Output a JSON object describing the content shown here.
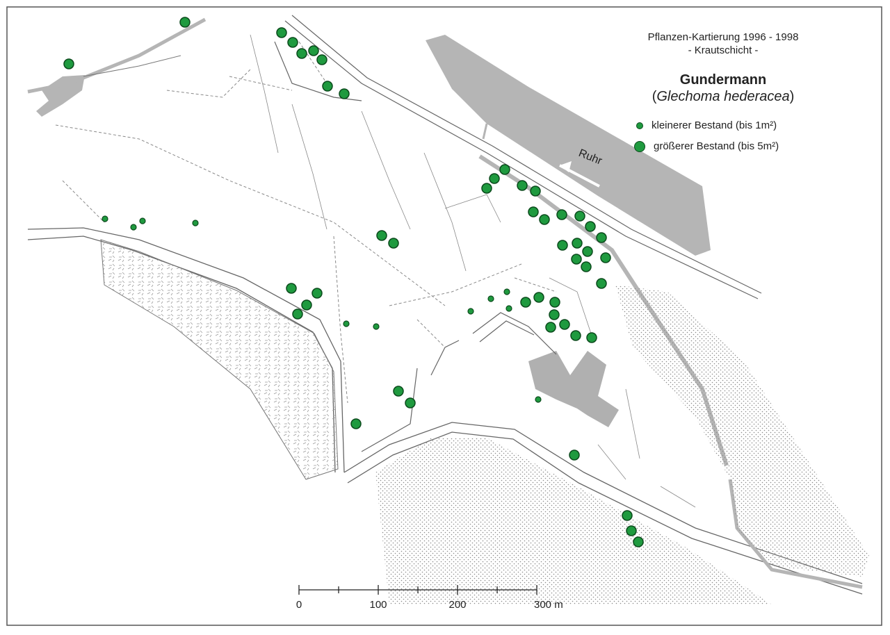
{
  "map": {
    "title_line1": "Pflanzen-Kartierung 1996 - 1998",
    "title_line2": "- Krautschicht -",
    "species_common": "Gundermann",
    "species_open": "(",
    "species_latin": "Glechoma hederacea",
    "species_close": ")",
    "river_label": "Ruhr",
    "colors": {
      "dot_fill": "#1f9a3f",
      "dot_stroke": "#0b4a1c",
      "track": "#c0c0c0",
      "path": "#9a9a9a"
    }
  },
  "legend": {
    "small": {
      "label": "kleinerer Bestand (bis 1m²)",
      "icon": "small-dot-icon"
    },
    "large": {
      "label": "größerer Bestand (bis 5m²)",
      "icon": "large-dot-icon"
    }
  },
  "scale": {
    "ticks": [
      "0",
      "100",
      "200",
      "300 m"
    ]
  }
}
